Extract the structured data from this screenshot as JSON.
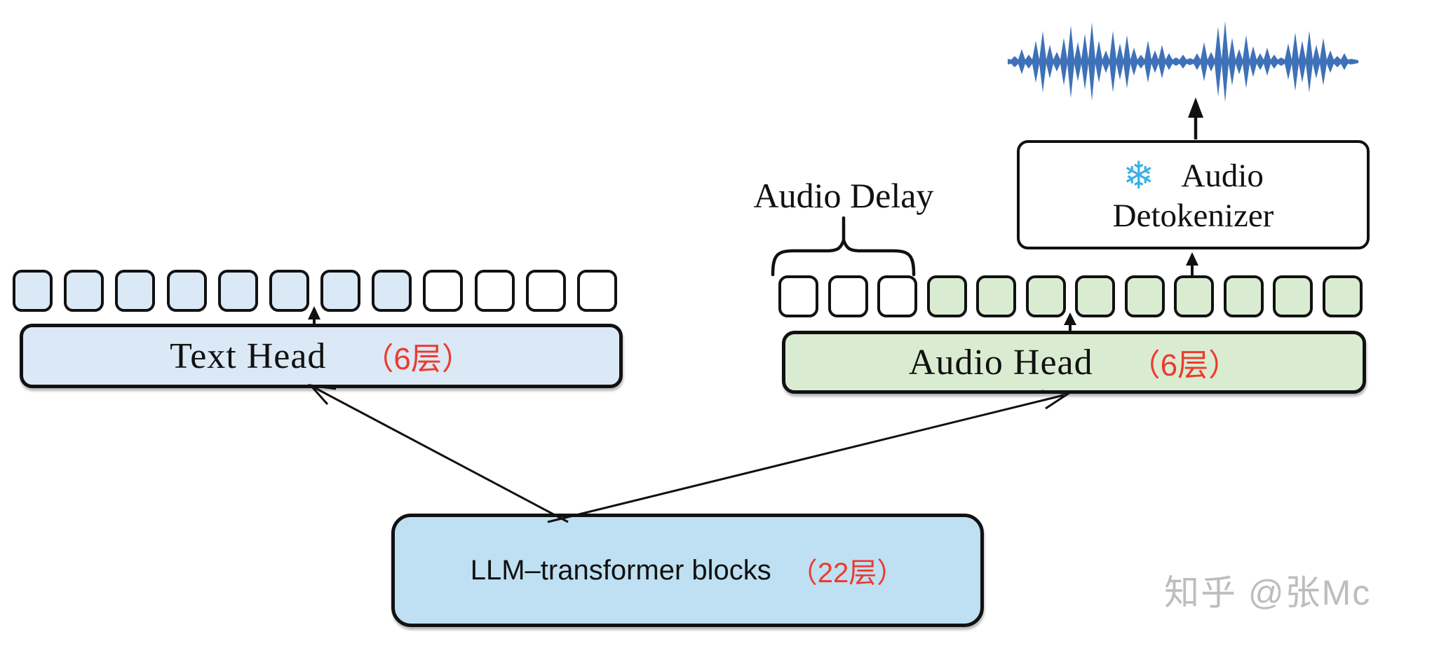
{
  "heads": {
    "text_head": {
      "label": "Text Head",
      "layers": "（6层）"
    },
    "audio_head": {
      "label": "Audio Head",
      "layers": "（6层）"
    }
  },
  "llm_block": {
    "label": "LLM–transformer blocks",
    "layers": "（22层）"
  },
  "audio_delay": {
    "label": "Audio Delay"
  },
  "audio_detokenizer": {
    "icon": "snowflake-icon",
    "icon_glyph": "❄",
    "line1": "Audio",
    "line2": "Detokenizer"
  },
  "token_rows": {
    "text": [
      "filled",
      "filled",
      "filled",
      "filled",
      "filled",
      "filled",
      "filled",
      "filled",
      "empty",
      "empty",
      "empty",
      "empty"
    ],
    "audio": [
      "empty",
      "empty",
      "empty",
      "filled",
      "filled",
      "filled",
      "filled",
      "filled",
      "filled",
      "filled",
      "filled",
      "filled"
    ]
  },
  "watermark": {
    "label": "知乎 @张Mc"
  },
  "colors": {
    "text_fill": "#dbe8f6",
    "audio_fill": "#d9ecd2",
    "llm_fill": "#bee0f2",
    "accent_red": "#ed3a2d",
    "snowflake": "#38b1e8",
    "waveform": "#3e71b8",
    "watermark": "#bdbdbd"
  },
  "waveform": {
    "icon": "audio-waveform-icon",
    "samples": [
      4,
      8,
      18,
      10,
      30,
      44,
      24,
      14,
      34,
      52,
      28,
      40,
      56,
      30,
      16,
      44,
      26,
      38,
      20,
      10,
      30,
      16,
      24,
      12,
      6,
      10,
      5,
      12,
      28,
      14,
      50,
      58,
      34,
      18,
      38,
      22,
      12,
      20,
      10,
      6,
      26,
      42,
      30,
      44,
      24,
      34,
      16,
      8,
      12,
      4,
      2
    ]
  }
}
